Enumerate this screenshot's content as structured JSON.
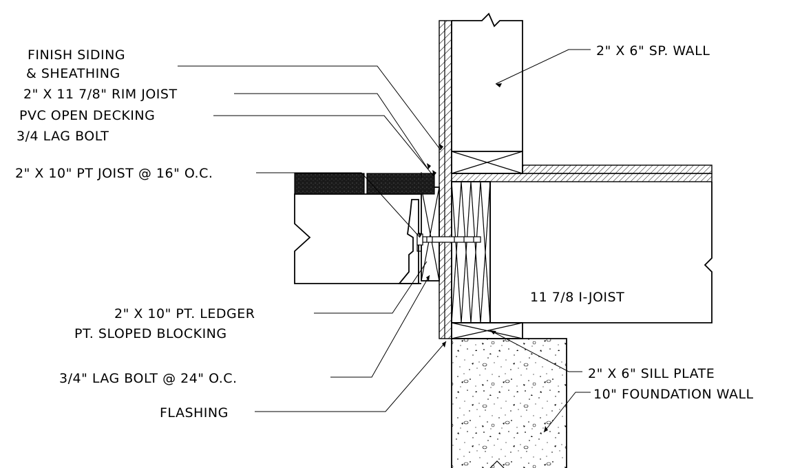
{
  "labels": {
    "finish_siding": "FINISH SIDING",
    "sheathing": "& SHEATHING",
    "rim_joist": "2\" X 11 7/8\"  RIM JOIST",
    "pvc_decking": "PVC OPEN DECKING",
    "lag_bolt": "3/4 LAG BOLT",
    "pt_joist": "2\" X 10\" PT JOIST @ 16\" O.C.",
    "ledger": "2\" X 10\" PT. LEDGER",
    "sloped_blocking": "PT. SLOPED BLOCKING",
    "lag_bolt_24": "3/4\" LAG BOLT @ 24\" O.C.",
    "flashing": "FLASHING",
    "sp_wall": "2\" X 6\" SP. WALL",
    "i_joist": "11 7/8 I-JOIST",
    "sill_plate": "2\" X 6\" SILL PLATE",
    "foundation_wall": "10\" FOUNDATION WALL"
  },
  "colors": {
    "ink": "#000000",
    "paper": "#ffffff",
    "decking": "#1a1a1a"
  }
}
